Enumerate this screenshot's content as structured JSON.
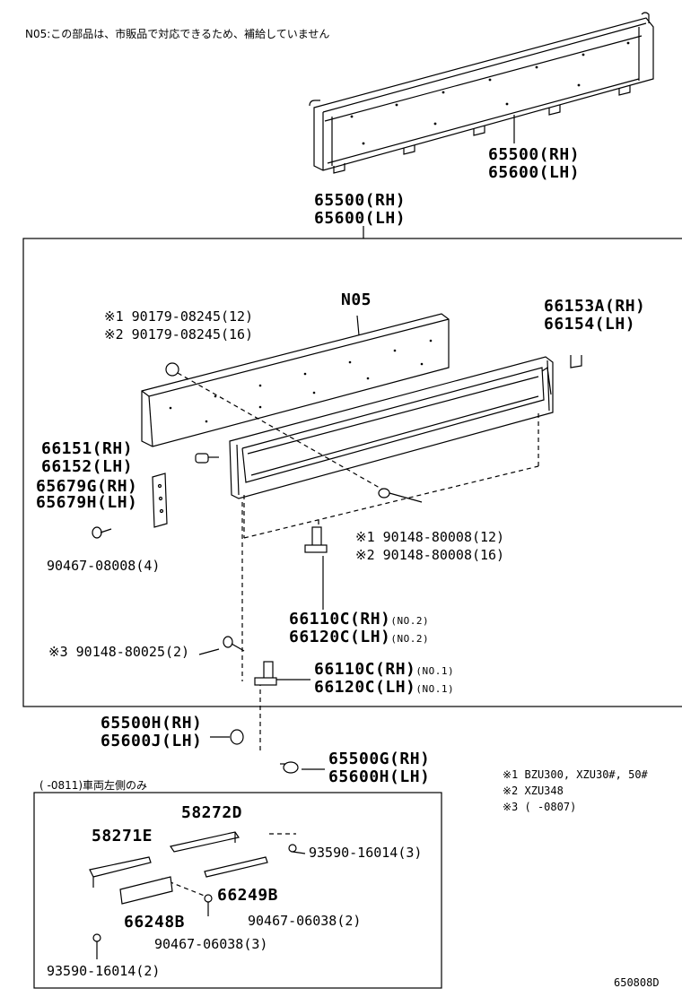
{
  "note_top": "N05:この部品は、市販品で対応できるため、補給していません",
  "top_assembly": {
    "rh": "65500(RH)",
    "lh": "65600(LH)"
  },
  "box_header": {
    "rh": "65500(RH)",
    "lh": "65600(LH)"
  },
  "parts": {
    "n05": "N05",
    "screw_1": "※1 90179-08245(12)",
    "screw_2": "※2 90179-08245(16)",
    "hook_rh": "66153A(RH)",
    "hook_lh": "66154(LH)",
    "clip_rh": "66151(RH)",
    "clip_lh": "66152(LH)",
    "plate_rh": "65679G(RH)",
    "plate_lh": "65679H(LH)",
    "bolt_08008": "90467-08008(4)",
    "bolt_1": "※1 90148-80008(12)",
    "bolt_2": "※2 90148-80008(16)",
    "hinge2_rh": "66110C(RH)",
    "hinge2_rh_no": "(NO.2)",
    "hinge2_lh": "66120C(LH)",
    "hinge2_lh_no": "(NO.2)",
    "bolt_3": "※3 90148-80025(2)",
    "hinge1_rh": "66110C(RH)",
    "hinge1_rh_no": "(NO.1)",
    "hinge1_lh": "66120C(LH)",
    "hinge1_lh_no": "(NO.1)",
    "cap_rh": "65500H(RH)",
    "cap_lh": "65600J(LH)",
    "pin_rh": "65500G(RH)",
    "pin_lh": "65600H(LH)"
  },
  "footnotes": {
    "n1": "※1 BZU300, XZU30#, 50#",
    "n2": "※2 XZU348",
    "n3": "※3 (      -0807)"
  },
  "lower_box": {
    "header": "(      -0811)車両左側のみ",
    "p58272d": "58272D",
    "p58271e": "58271E",
    "screw_93590_3": "93590-16014(3)",
    "p66249b": "66249B",
    "p66248b": "66248B",
    "bolt_06038_2": "90467-06038(2)",
    "bolt_06038_3": "90467-06038(3)",
    "screw_93590_2": "93590-16014(2)"
  },
  "diagram_id": "650808D"
}
